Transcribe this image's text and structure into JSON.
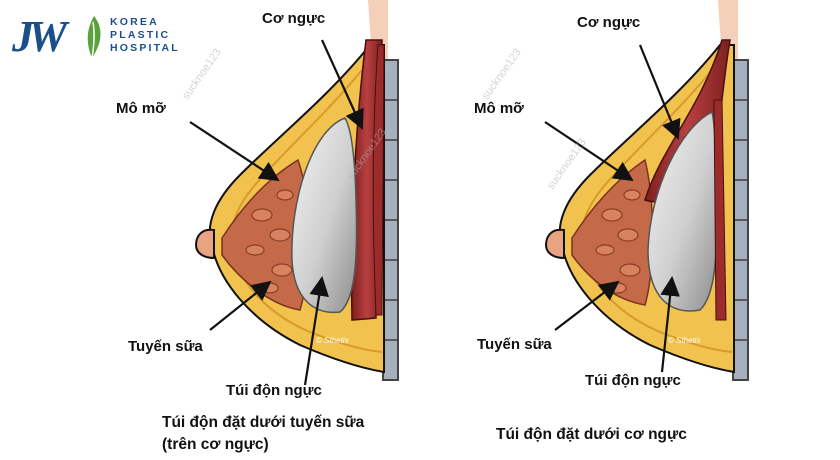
{
  "logo": {
    "mark": "JW",
    "line1": "KOREA",
    "line2": "PLASTIC",
    "line3": "HOSPITAL"
  },
  "left_panel": {
    "muscle_label": "Cơ ngực",
    "fat_label": "Mô mỡ",
    "gland_label": "Tuyến sữa",
    "implant_label": "Túi độn ngực",
    "caption_line1": "Túi độn đặt dưới tuyến sữa",
    "caption_line2": "(trên cơ ngực)"
  },
  "right_panel": {
    "muscle_label": "Cơ ngực",
    "fat_label": "Mô mỡ",
    "gland_label": "Tuyến sữa",
    "implant_label": "Túi độn ngực",
    "caption_line1": "Túi độn đặt dưới cơ ngực"
  },
  "watermarks": {
    "text_a": "sucknoe123",
    "text_b": "sucknoe123",
    "text_c": "sucknoe123",
    "text_d": "sucknoe123"
  },
  "signature": "© Sthetix",
  "colors": {
    "brand": "#1b4f8c",
    "leaf": "#5aa23c",
    "fat": "#f2c24f",
    "fat_edge": "#d89a2a",
    "muscle": "#9c2b2b",
    "gland": "#c46a48",
    "implant": "#c9c9c9",
    "skin": "#f5d0b8",
    "chest_wall": "#a7b0bd"
  }
}
